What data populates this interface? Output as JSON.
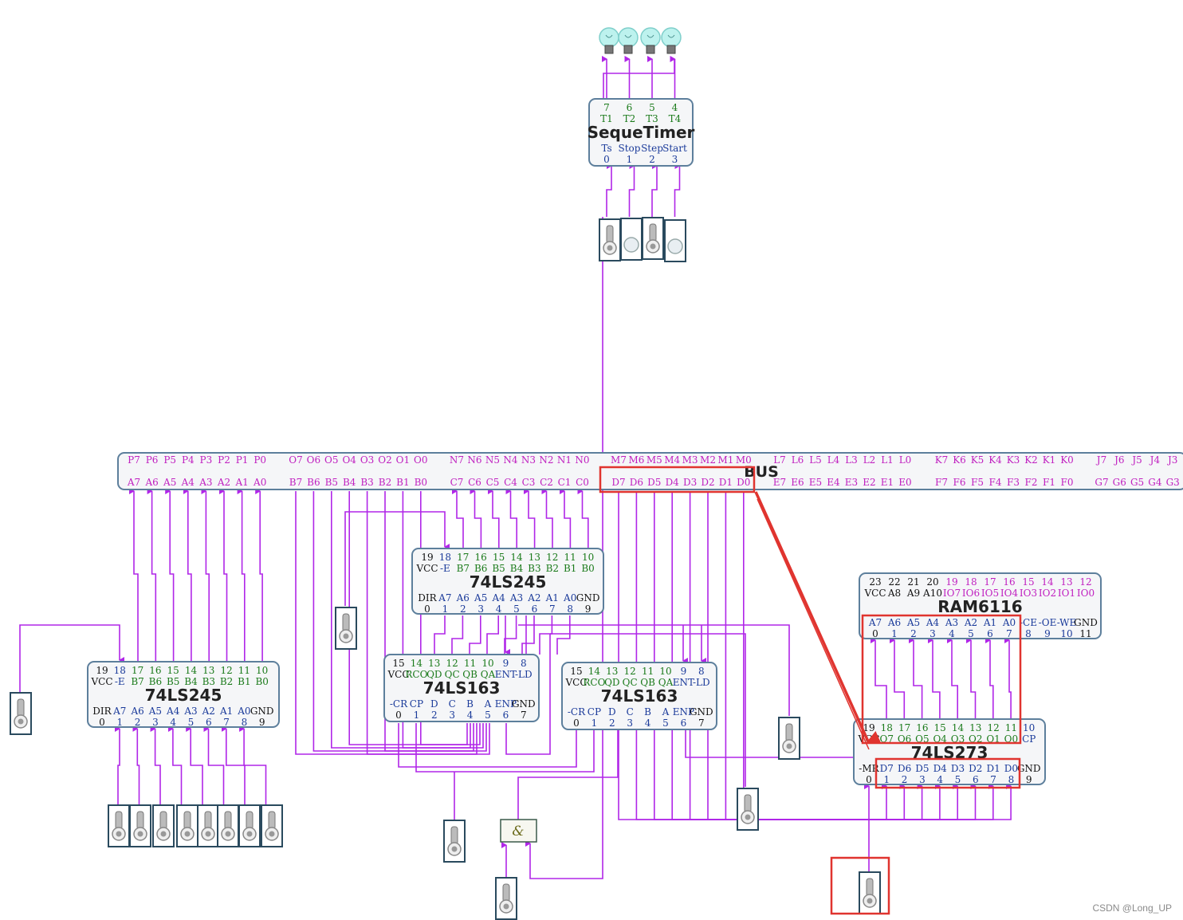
{
  "watermark": "CSDN @Long_UP",
  "bus": {
    "title": "BUS",
    "top_groups": [
      [
        "P7",
        "P6",
        "P5",
        "P4",
        "P3",
        "P2",
        "P1",
        "P0"
      ],
      [
        "O7",
        "O6",
        "O5",
        "O4",
        "O3",
        "O2",
        "O1",
        "O0"
      ],
      [
        "N7",
        "N6",
        "N5",
        "N4",
        "N3",
        "N2",
        "N1",
        "N0"
      ],
      [
        "M7",
        "M6",
        "M5",
        "M4",
        "M3",
        "M2",
        "M1",
        "M0"
      ],
      [
        "L7",
        "L6",
        "L5",
        "L4",
        "L3",
        "L2",
        "L1",
        "L0"
      ],
      [
        "K7",
        "K6",
        "K5",
        "K4",
        "K3",
        "K2",
        "K1",
        "K0"
      ],
      [
        "J7",
        "J6",
        "J5",
        "J4",
        "J3"
      ]
    ],
    "bottom_groups": [
      [
        "A7",
        "A6",
        "A5",
        "A4",
        "A3",
        "A2",
        "A1",
        "A0"
      ],
      [
        "B7",
        "B6",
        "B5",
        "B4",
        "B3",
        "B2",
        "B1",
        "B0"
      ],
      [
        "C7",
        "C6",
        "C5",
        "C4",
        "C3",
        "C2",
        "C1",
        "C0"
      ],
      [
        "D7",
        "D6",
        "D5",
        "D4",
        "D3",
        "D2",
        "D1",
        "D0"
      ],
      [
        "E7",
        "E6",
        "E5",
        "E4",
        "E3",
        "E2",
        "E1",
        "E0"
      ],
      [
        "F7",
        "F6",
        "F5",
        "F4",
        "F3",
        "F2",
        "F1",
        "F0"
      ],
      [
        "G7",
        "G6",
        "G5",
        "G4",
        "G3"
      ]
    ]
  },
  "chips": {
    "sequetimer": {
      "title": "SequeTimer",
      "top_nums": [
        "7",
        "6",
        "5",
        "4"
      ],
      "top_labels": [
        "T1",
        "T2",
        "T3",
        "T4"
      ],
      "bot_labels": [
        "Ts",
        "Stop",
        "Step",
        "Start"
      ],
      "bot_nums": [
        "0",
        "1",
        "2",
        "3"
      ]
    },
    "ls245_left": {
      "title": "74LS245",
      "top_nums": [
        "19",
        "18",
        "17",
        "16",
        "15",
        "14",
        "13",
        "12",
        "11",
        "10"
      ],
      "top_labels": [
        "VCC",
        "-E",
        "B7",
        "B6",
        "B5",
        "B4",
        "B3",
        "B2",
        "B1",
        "B0"
      ],
      "bot_labels": [
        "DIR",
        "A7",
        "A6",
        "A5",
        "A4",
        "A3",
        "A2",
        "A1",
        "A0",
        "GND"
      ],
      "bot_nums": [
        "0",
        "1",
        "2",
        "3",
        "4",
        "5",
        "6",
        "7",
        "8",
        "9"
      ]
    },
    "ls245_mid": {
      "title": "74LS245",
      "top_nums": [
        "19",
        "18",
        "17",
        "16",
        "15",
        "14",
        "13",
        "12",
        "11",
        "10"
      ],
      "top_labels": [
        "VCC",
        "-E",
        "B7",
        "B6",
        "B5",
        "B4",
        "B3",
        "B2",
        "B1",
        "B0"
      ],
      "bot_labels": [
        "DIR",
        "A7",
        "A6",
        "A5",
        "A4",
        "A3",
        "A2",
        "A1",
        "A0",
        "GND"
      ],
      "bot_nums": [
        "0",
        "1",
        "2",
        "3",
        "4",
        "5",
        "6",
        "7",
        "8",
        "9"
      ]
    },
    "ls163_a": {
      "title": "74LS163",
      "top_nums": [
        "15",
        "14",
        "13",
        "12",
        "11",
        "10",
        "9",
        "8"
      ],
      "top_labels": [
        "VCC",
        "RCO",
        "QD",
        "QC",
        "QB",
        "QA",
        "ENT",
        "-LD"
      ],
      "bot_labels": [
        "-CR",
        "CP",
        "D",
        "C",
        "B",
        "A",
        "ENP",
        "GND"
      ],
      "bot_nums": [
        "0",
        "1",
        "2",
        "3",
        "4",
        "5",
        "6",
        "7"
      ]
    },
    "ls163_b": {
      "title": "74LS163",
      "top_nums": [
        "15",
        "14",
        "13",
        "12",
        "11",
        "10",
        "9",
        "8"
      ],
      "top_labels": [
        "VCC",
        "RCO",
        "QD",
        "QC",
        "QB",
        "QA",
        "ENT",
        "-LD"
      ],
      "bot_labels": [
        "-CR",
        "CP",
        "D",
        "C",
        "B",
        "A",
        "ENP",
        "GND"
      ],
      "bot_nums": [
        "0",
        "1",
        "2",
        "3",
        "4",
        "5",
        "6",
        "7"
      ]
    },
    "ram6116": {
      "title": "RAM6116",
      "top_nums": [
        "23",
        "22",
        "21",
        "20",
        "19",
        "18",
        "17",
        "16",
        "15",
        "14",
        "13",
        "12"
      ],
      "top_labels": [
        "VCC",
        "A8",
        "A9",
        "A10",
        "IO7",
        "IO6",
        "IO5",
        "IO4",
        "IO3",
        "IO2",
        "IO1",
        "IO0"
      ],
      "bot_labels": [
        "A7",
        "A6",
        "A5",
        "A4",
        "A3",
        "A2",
        "A1",
        "A0",
        "-CE",
        "-OE",
        "-WE",
        "GND"
      ],
      "bot_nums": [
        "0",
        "1",
        "2",
        "3",
        "4",
        "5",
        "6",
        "7",
        "8",
        "9",
        "10",
        "11"
      ]
    },
    "ls273": {
      "title": "74LS273",
      "top_nums": [
        "19",
        "18",
        "17",
        "16",
        "15",
        "14",
        "13",
        "12",
        "11",
        "10"
      ],
      "top_labels": [
        "VCC",
        "Q7",
        "Q6",
        "Q5",
        "Q4",
        "Q3",
        "Q2",
        "Q1",
        "Q0",
        "CP"
      ],
      "bot_labels": [
        "-MR",
        "D7",
        "D6",
        "D5",
        "D4",
        "D3",
        "D2",
        "D1",
        "D0",
        "GND"
      ],
      "bot_nums": [
        "0",
        "1",
        "2",
        "3",
        "4",
        "5",
        "6",
        "7",
        "8",
        "9"
      ]
    }
  },
  "and_gate_symbol": "&",
  "colors": {
    "wire": "#b026e8",
    "chip_border": "#5d7f9c",
    "chip_fill": "#f5f6f8",
    "label_green": "#1a7a1a",
    "label_blue": "#1a3a9a",
    "label_magenta": "#c020c0",
    "label_black": "#111111",
    "highlight_red": "#e0342f"
  }
}
